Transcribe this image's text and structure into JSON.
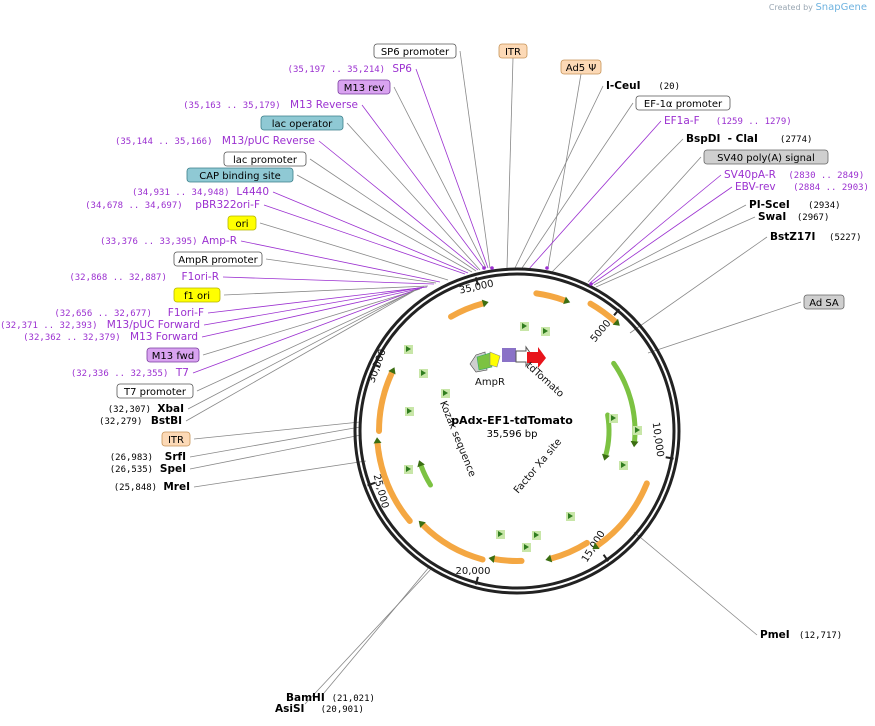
{
  "watermark": {
    "prefix": "Created by",
    "brand": "SnapGene"
  },
  "plasmid": {
    "name": "pAdx-EF1-tdTomato",
    "size": "35,596 bp"
  },
  "tick_labels": [
    "5000",
    "10,000",
    "15,000",
    "20,000",
    "25,000",
    "30,000",
    "35,000"
  ],
  "inner_labels": [
    "AmpR",
    "tdTomato",
    "Kozak sequence",
    "Factor Xa site"
  ],
  "colors": {
    "feature_orange": "#f4a742",
    "feature_green": "#7cc242",
    "primer": "#9b30d0",
    "boxed_gray": "#cfcfcf",
    "boxed_yellow": "#ffff00",
    "boxed_purple": "#d9a3f0",
    "boxed_teal": "#8fc9d4",
    "boxed_orange": "#fcd9b6",
    "tdtomato_red": "#e8141b"
  },
  "labels_left": [
    {
      "type": "box",
      "style": "white",
      "text": "SP6 promoter"
    },
    {
      "type": "primer",
      "coords": "(35,197 .. 35,214)",
      "text": "SP6"
    },
    {
      "type": "box",
      "style": "purple",
      "text": "M13 rev"
    },
    {
      "type": "primer",
      "coords": "(35,163 .. 35,179)",
      "text": "M13 Reverse"
    },
    {
      "type": "box",
      "style": "teal",
      "text": "lac operator"
    },
    {
      "type": "primer",
      "coords": "(35,144 .. 35,166)",
      "text": "M13/pUC Reverse"
    },
    {
      "type": "box",
      "style": "white",
      "text": "lac promoter"
    },
    {
      "type": "box",
      "style": "teal",
      "text": "CAP binding site"
    },
    {
      "type": "primer",
      "coords": "(34,931 .. 34,948)",
      "text": "L4440"
    },
    {
      "type": "primer",
      "coords": "(34,678 .. 34,697)",
      "text": "pBR322ori-F"
    },
    {
      "type": "box",
      "style": "yellow",
      "text": "ori"
    },
    {
      "type": "primer",
      "coords": "(33,376 .. 33,395)",
      "text": "Amp-R"
    },
    {
      "type": "box",
      "style": "white",
      "text": "AmpR promoter"
    },
    {
      "type": "primer",
      "coords": "(32,868 .. 32,887)",
      "text": "F1ori-R"
    },
    {
      "type": "box",
      "style": "yellow",
      "text": "f1 ori"
    },
    {
      "type": "primer",
      "coords": "(32,656 .. 32,677)",
      "text": "F1ori-F"
    },
    {
      "type": "primer",
      "coords": "(32,371 .. 32,393)",
      "text": "M13/pUC Forward"
    },
    {
      "type": "primer",
      "coords": "(32,362 .. 32,379)",
      "text": "M13 Forward"
    },
    {
      "type": "box",
      "style": "purple",
      "text": "M13 fwd"
    },
    {
      "type": "primer",
      "coords": "(32,336 .. 32,355)",
      "text": "T7"
    },
    {
      "type": "box",
      "style": "white",
      "text": "T7 promoter"
    },
    {
      "type": "enzyme",
      "coords": "(32,307)",
      "text": "XbaI"
    },
    {
      "type": "enzyme",
      "coords": "(32,279)",
      "text": "BstBI"
    },
    {
      "type": "box",
      "style": "orange",
      "text": "ITR"
    },
    {
      "type": "enzyme",
      "coords": "(26,983)",
      "text": "SrfI"
    },
    {
      "type": "enzyme",
      "coords": "(26,535)",
      "text": "SpeI"
    },
    {
      "type": "enzyme",
      "coords": "(25,848)",
      "text": "MreI"
    }
  ],
  "labels_right": [
    {
      "type": "box",
      "style": "orange",
      "text": "ITR"
    },
    {
      "type": "box",
      "style": "orange",
      "text": "Ad5 Ψ"
    },
    {
      "type": "enzyme",
      "coords": "(20)",
      "text": "I-CeuI"
    },
    {
      "type": "box",
      "style": "white",
      "text": "EF-1α promoter"
    },
    {
      "type": "primer",
      "coords": "(1259 .. 1279)",
      "text": "EF1a-F"
    },
    {
      "type": "enzyme2",
      "coords": "(2774)",
      "text": "BspDI",
      "text2": "ClaI"
    },
    {
      "type": "box",
      "style": "gray",
      "text": "SV40 poly(A) signal"
    },
    {
      "type": "primer",
      "coords": "(2830 .. 2849)",
      "text": "SV40pA-R"
    },
    {
      "type": "primer",
      "coords": "(2884 .. 2903)",
      "text": "EBV-rev"
    },
    {
      "type": "enzyme",
      "coords": "(2934)",
      "text": "PI-SceI"
    },
    {
      "type": "enzyme",
      "coords": "(2967)",
      "text": "SwaI"
    },
    {
      "type": "enzyme",
      "coords": "(5227)",
      "text": "BstZ17I"
    },
    {
      "type": "box",
      "style": "gray",
      "text": "Ad SA"
    },
    {
      "type": "enzyme",
      "coords": "(12,717)",
      "text": "PmeI"
    },
    {
      "type": "enzyme",
      "coords": "(21,021)",
      "text": "BamHI"
    },
    {
      "type": "enzyme",
      "coords": "(20,901)",
      "text": "AsiSI"
    }
  ]
}
